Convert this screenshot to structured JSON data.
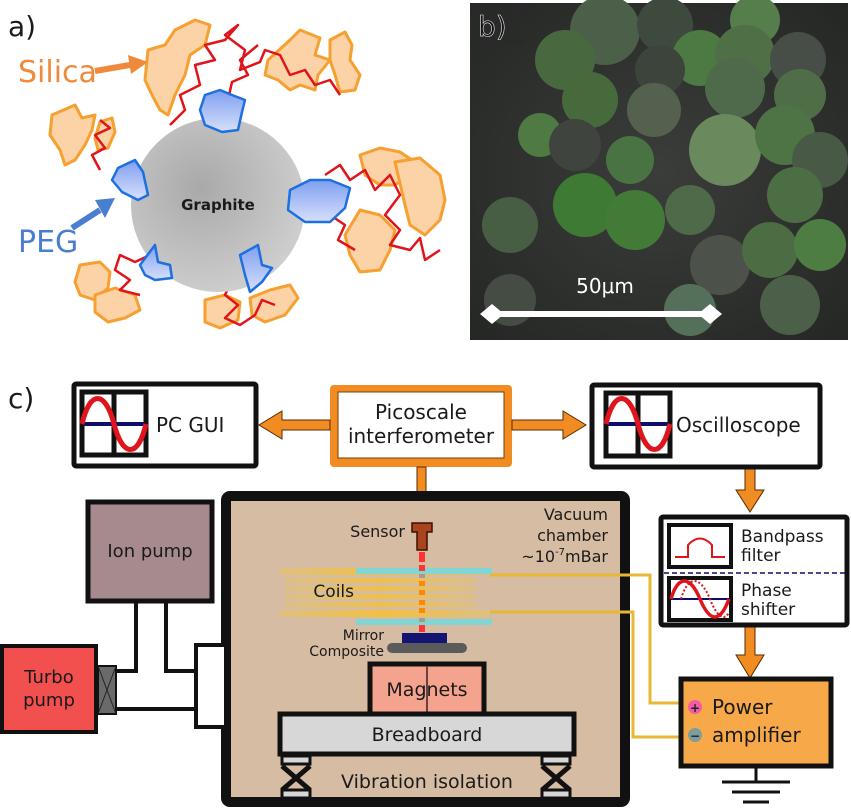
{
  "panels": {
    "a": {
      "label": "a)",
      "core_label": "Graphite",
      "silica_label": "Silica",
      "peg_label": "PEG",
      "colors": {
        "silica": "#f5a030",
        "silica_fill": "#fcd3a6",
        "peg": "#1e6fe0",
        "peg_fill": "#9db4f2",
        "chain": "#e0141b",
        "core": "#b9b9b9",
        "silica_text": "#ef8a3c",
        "peg_text": "#4a7fd0"
      }
    },
    "b": {
      "label": "b)",
      "scale_label": "50μm"
    },
    "c": {
      "label": "c)",
      "pc_gui": "PC GUI",
      "interferometer": [
        "Picoscale",
        "interferometer"
      ],
      "oscilloscope": "Oscilloscope",
      "vacuum": [
        "Vacuum",
        "chamber",
        "~10",
        "-7",
        "mBar"
      ],
      "sensor": "Sensor",
      "coils": "Coils",
      "mirror": "Mirror",
      "composite": "Composite",
      "magnets": "Magnets",
      "breadboard": "Breadboard",
      "vibration": "Vibration isolation",
      "ion_pump": "Ion pump",
      "turbo": [
        "Turbo",
        "pump"
      ],
      "bandpass": [
        "Bandpass",
        "filter"
      ],
      "phase": [
        "Phase",
        "shifter"
      ],
      "amp": [
        "Power",
        "amplifier"
      ],
      "plus": "+",
      "minus": "−",
      "colors": {
        "orange": "#f08c22",
        "chamber": "#d6bca3",
        "ion_pump": "#a68a8e",
        "turbo": "#f24f4f",
        "magnets": "#f4a48e",
        "breadboard": "#d7d7d7",
        "amp": "#f7a94a",
        "wire": "#e8b733",
        "coil_plate": "#7fd6d4",
        "sine": "#e0141b",
        "axis": "#0d0d6b"
      }
    }
  }
}
